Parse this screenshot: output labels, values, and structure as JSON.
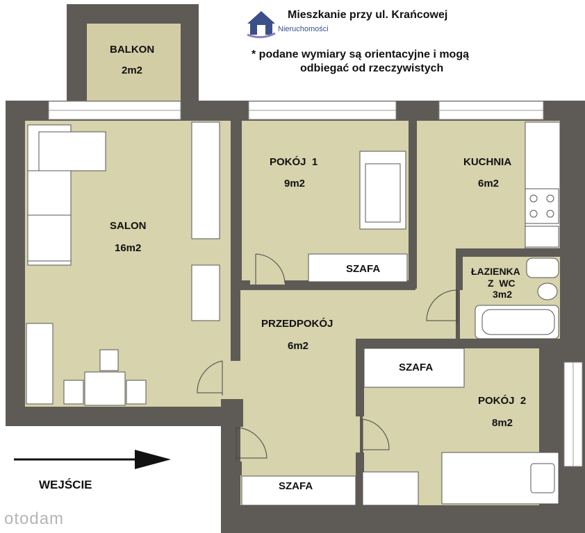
{
  "header": {
    "title": "Mieszkanie przy ul. Krańcowej",
    "note_line1": "* podane wymiary są orientacyjne i mogą",
    "note_line2": "odbiegać od rzeczywistych"
  },
  "logo": {
    "text": "Nieruchomości",
    "icon": "house-logo-icon"
  },
  "rooms": {
    "balkon": {
      "name": "BALKON",
      "area": "2m2"
    },
    "salon": {
      "name": "SALON",
      "area": "16m2"
    },
    "pokoj1": {
      "name": "POKÓJ  1",
      "area": "9m2"
    },
    "kuchnia": {
      "name": "KUCHNIA",
      "area": "6m2"
    },
    "lazienka": {
      "name": "ŁAZIENKA",
      "line2": "Z  WC",
      "area": "3m2"
    },
    "przedpokoj": {
      "name": "PRZEDPOKÓJ",
      "area": "6m2"
    },
    "pokoj2": {
      "name": "POKÓJ  2",
      "area": "8m2"
    }
  },
  "wardrobes": {
    "pokoj1": "SZAFA",
    "pokoj2": "SZAFA",
    "entry": "SZAFA"
  },
  "entrance": {
    "label": "WEJŚCIE",
    "icon": "arrow-right-icon"
  },
  "watermark": "otodam",
  "colors": {
    "floor": "#d6d3ad",
    "wall": "#5e5a55",
    "balcony": "#d2cda5",
    "furniture": "#ffffff"
  }
}
